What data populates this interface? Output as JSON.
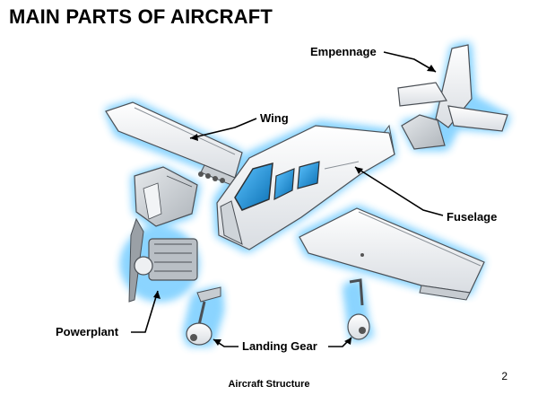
{
  "slide": {
    "title": "MAIN PARTS OF AIRCRAFT",
    "footer": "Aircraft Structure",
    "page_number": "2"
  },
  "labels": {
    "empennage": "Empennage",
    "wing": "Wing",
    "fuselage": "Fuselage",
    "powerplant": "Powerplant",
    "landing_gear": "Landing Gear"
  },
  "colors": {
    "glow": "#7fd0ff",
    "body_fill": "#f4f6f8",
    "outline": "#4a4f55",
    "window": "#1a8fd6"
  }
}
